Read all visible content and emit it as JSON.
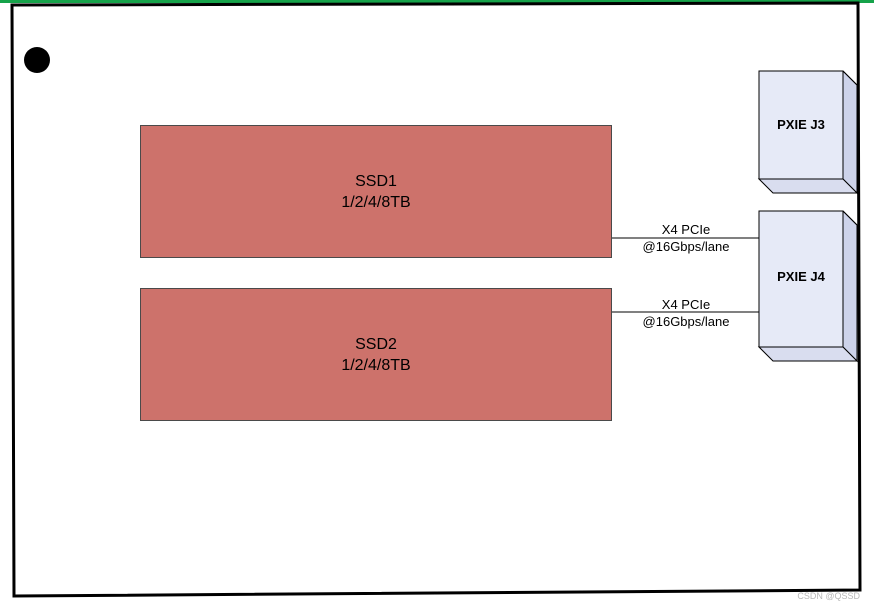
{
  "diagram": {
    "ssds": [
      {
        "name": "SSD1",
        "capacity": "1/2/4/8TB"
      },
      {
        "name": "SSD2",
        "capacity": "1/2/4/8TB"
      }
    ],
    "links": [
      {
        "line1": "X4 PCIe",
        "line2": "@16Gbps/lane"
      },
      {
        "line1": "X4 PCIe",
        "line2": "@16Gbps/lane"
      }
    ],
    "connectors": [
      {
        "label": "PXIE J3"
      },
      {
        "label": "PXIE J4"
      }
    ],
    "colors": {
      "ssd_fill": "#cd726b",
      "connector_fill": "#e6eaf7",
      "connector_side": "#cdd3ea",
      "top_bar": "#16a34a"
    }
  },
  "watermark": "CSDN @QSSD"
}
